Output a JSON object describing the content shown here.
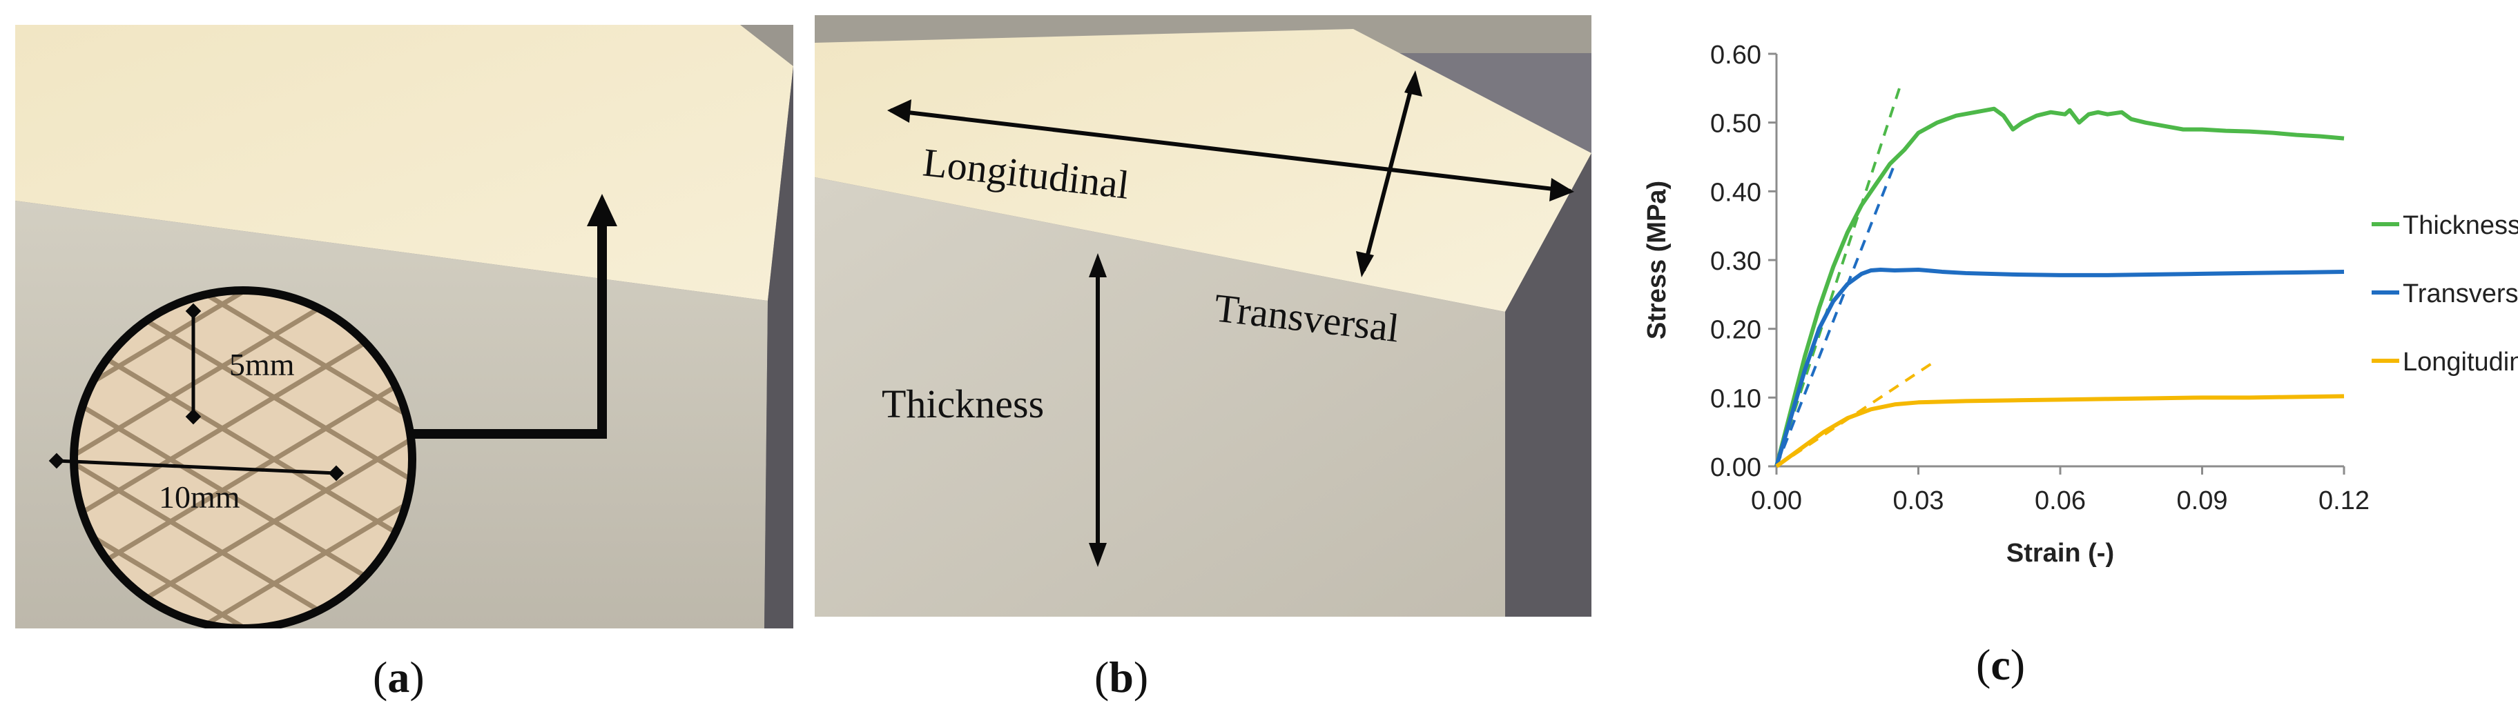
{
  "figure": {
    "panels": [
      {
        "id": "a",
        "caption_letter": "a",
        "annotations": {
          "small_dim": "5mm",
          "large_dim": "10mm"
        }
      },
      {
        "id": "b",
        "caption_letter": "b",
        "annotations": {
          "direction_1": "Longitudinal",
          "direction_2": "Transversal",
          "direction_3": "Thickness"
        }
      },
      {
        "id": "c",
        "caption_letter": "c"
      }
    ]
  },
  "chart_data": {
    "type": "line",
    "xlabel": "Strain (-)",
    "ylabel": "Stress (MPa)",
    "xlim": [
      0,
      0.12
    ],
    "ylim": [
      0,
      0.6
    ],
    "x_ticks": [
      "0.00",
      "0.03",
      "0.06",
      "0.09",
      "0.12"
    ],
    "y_ticks": [
      "0.00",
      "0.10",
      "0.20",
      "0.30",
      "0.40",
      "0.50",
      "0.60"
    ],
    "grid": false,
    "legend_position": "right",
    "series": [
      {
        "name": "Thickness",
        "color": "#4db849",
        "x": [
          0,
          0.003,
          0.006,
          0.009,
          0.012,
          0.015,
          0.018,
          0.021,
          0.024,
          0.027,
          0.03,
          0.034,
          0.038,
          0.042,
          0.046,
          0.048,
          0.05,
          0.052,
          0.055,
          0.058,
          0.061,
          0.062,
          0.064,
          0.066,
          0.068,
          0.07,
          0.073,
          0.075,
          0.078,
          0.082,
          0.086,
          0.09,
          0.095,
          0.1,
          0.105,
          0.11,
          0.115,
          0.12
        ],
        "y": [
          0,
          0.08,
          0.16,
          0.23,
          0.29,
          0.34,
          0.38,
          0.41,
          0.44,
          0.46,
          0.485,
          0.5,
          0.51,
          0.515,
          0.52,
          0.51,
          0.49,
          0.5,
          0.51,
          0.515,
          0.512,
          0.518,
          0.5,
          0.512,
          0.515,
          0.512,
          0.515,
          0.505,
          0.5,
          0.495,
          0.49,
          0.49,
          0.488,
          0.487,
          0.485,
          0.482,
          0.48,
          0.477
        ]
      },
      {
        "name": "Transversal",
        "color": "#1f6dc2",
        "x": [
          0,
          0.003,
          0.006,
          0.009,
          0.012,
          0.015,
          0.018,
          0.02,
          0.022,
          0.025,
          0.03,
          0.035,
          0.04,
          0.05,
          0.06,
          0.07,
          0.08,
          0.09,
          0.1,
          0.11,
          0.12
        ],
        "y": [
          0,
          0.07,
          0.14,
          0.2,
          0.24,
          0.265,
          0.28,
          0.285,
          0.286,
          0.285,
          0.286,
          0.283,
          0.281,
          0.279,
          0.278,
          0.278,
          0.279,
          0.28,
          0.281,
          0.282,
          0.283
        ]
      },
      {
        "name": "Longitudinal",
        "color": "#f5b800",
        "x": [
          0,
          0.005,
          0.01,
          0.015,
          0.02,
          0.025,
          0.03,
          0.04,
          0.05,
          0.06,
          0.07,
          0.08,
          0.09,
          0.1,
          0.11,
          0.12
        ],
        "y": [
          0,
          0.025,
          0.05,
          0.07,
          0.083,
          0.09,
          0.093,
          0.095,
          0.096,
          0.097,
          0.098,
          0.099,
          0.1,
          0.1,
          0.101,
          0.102
        ]
      }
    ],
    "reference_lines": [
      {
        "series": "Thickness",
        "color": "#4db849",
        "x": [
          0,
          0.026
        ],
        "y": [
          0,
          0.55
        ]
      },
      {
        "series": "Transversal",
        "color": "#1f6dc2",
        "x": [
          0,
          0.025
        ],
        "y": [
          0,
          0.44
        ]
      },
      {
        "series": "Longitudinal",
        "color": "#f5b800",
        "x": [
          0,
          0.034
        ],
        "y": [
          0,
          0.155
        ]
      }
    ]
  }
}
